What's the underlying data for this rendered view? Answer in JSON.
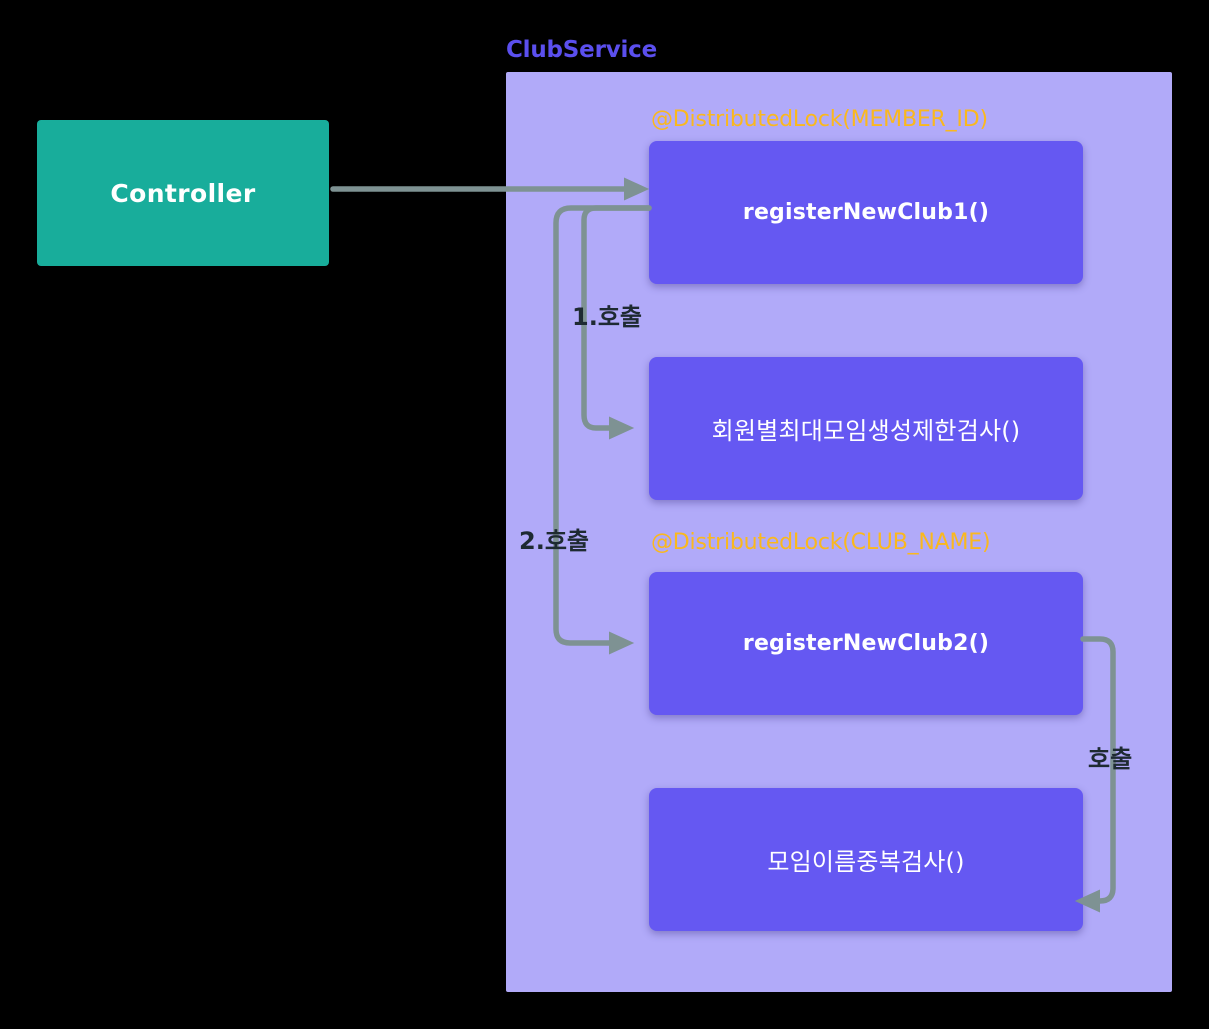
{
  "diagram": {
    "background_color": "#000000",
    "nodes": {
      "controller": {
        "label": "Controller",
        "color": "#18AD9B",
        "text_color": "#FFFFFF"
      },
      "clubservice": {
        "title": "ClubService",
        "title_color": "#5B4FEE",
        "container_color": "#B1AAF9"
      }
    },
    "methods": [
      {
        "id": "register1",
        "label": "registerNewClub1()",
        "color": "#6558F2"
      },
      {
        "id": "member_limit",
        "label": "회원별최대모임생성제한검사()",
        "color": "#6558F2"
      },
      {
        "id": "register2",
        "label": "registerNewClub2()",
        "color": "#6558F2"
      },
      {
        "id": "name_dup",
        "label": "모임이름중복검사()",
        "color": "#6558F2"
      }
    ],
    "annotations": [
      {
        "id": "member_id_lock",
        "label": "@DistributedLock(MEMBER_ID)",
        "color": "#FAB81E",
        "attached_to": "register1"
      },
      {
        "id": "club_name_lock",
        "label": "@DistributedLock(CLUB_NAME)",
        "color": "#FAB81E",
        "attached_to": "register2"
      }
    ],
    "edges": [
      {
        "id": "controller-to-register1",
        "label": "",
        "from": "controller",
        "to": "register1",
        "color": "#7E9293"
      },
      {
        "id": "register1-to-member",
        "label": "1.호출",
        "from": "register1",
        "to": "member_limit",
        "color": "#7E9293"
      },
      {
        "id": "register1-to-register2",
        "label": "2.호출",
        "from": "register1",
        "to": "register2",
        "color": "#7E9293"
      },
      {
        "id": "register2-to-namedup",
        "label": "호출",
        "from": "register2",
        "to": "name_dup",
        "color": "#7E9293"
      }
    ]
  }
}
